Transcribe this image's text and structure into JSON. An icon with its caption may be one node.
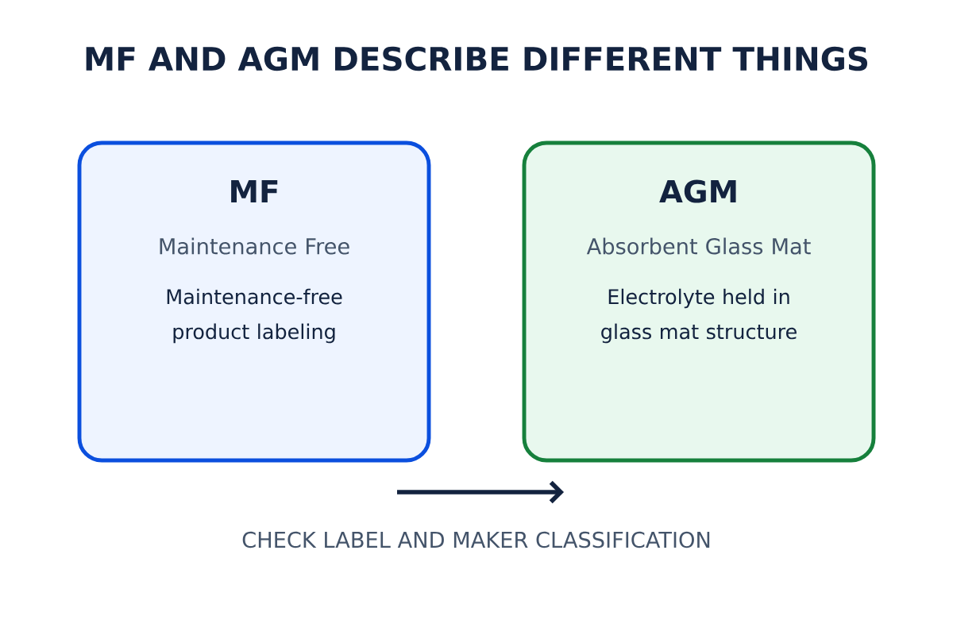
{
  "diagram": {
    "title": "MF AND AGM DESCRIBE DIFFERENT THINGS",
    "nodes": [
      {
        "text": [
          "MF",
          "Maintenance Free",
          "Maintenance-free product labeling"
        ]
      },
      {
        "text": [
          "AGM",
          "Absorbent Glass Mat",
          "Electrolyte held in glass mat structure"
        ]
      }
    ],
    "labels": [
      "CHECK LABEL AND MAKER CLASSIFICATION"
    ]
  }
}
